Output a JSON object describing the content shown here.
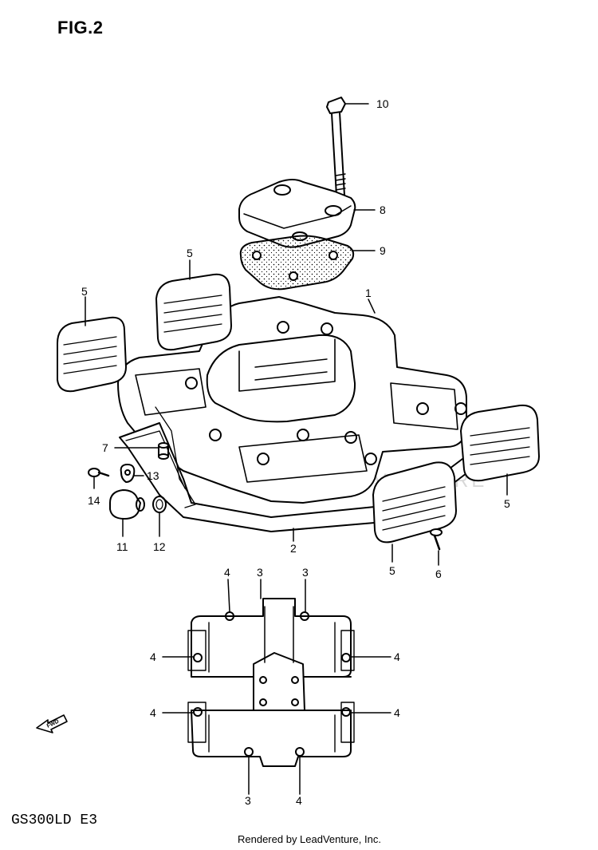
{
  "header": {
    "figure_title": "FIG.2"
  },
  "footer": {
    "model_code": "GS300LD E3",
    "rendered_by": "Rendered by LeadVenture, Inc."
  },
  "watermark": {
    "text": "LEADVENTURE"
  },
  "fwd_marker": {
    "label": "FWD"
  },
  "callouts": [
    {
      "id": "c10",
      "label": "10"
    },
    {
      "id": "c8",
      "label": "8"
    },
    {
      "id": "c9",
      "label": "9"
    },
    {
      "id": "c1",
      "label": "1"
    },
    {
      "id": "c5a",
      "label": "5"
    },
    {
      "id": "c5b",
      "label": "5"
    },
    {
      "id": "c5c",
      "label": "5"
    },
    {
      "id": "c5d",
      "label": "5"
    },
    {
      "id": "c7",
      "label": "7"
    },
    {
      "id": "c13",
      "label": "13"
    },
    {
      "id": "c14",
      "label": "14"
    },
    {
      "id": "c11",
      "label": "11"
    },
    {
      "id": "c12",
      "label": "12"
    },
    {
      "id": "c2",
      "label": "2"
    },
    {
      "id": "c6",
      "label": "6"
    },
    {
      "id": "c4a",
      "label": "4"
    },
    {
      "id": "c3a",
      "label": "3"
    },
    {
      "id": "c3b",
      "label": "3"
    },
    {
      "id": "c4b",
      "label": "4"
    },
    {
      "id": "c4c",
      "label": "4"
    },
    {
      "id": "c4d",
      "label": "4"
    },
    {
      "id": "c4e",
      "label": "4"
    },
    {
      "id": "c3c",
      "label": "3"
    },
    {
      "id": "c4f",
      "label": "4"
    }
  ]
}
